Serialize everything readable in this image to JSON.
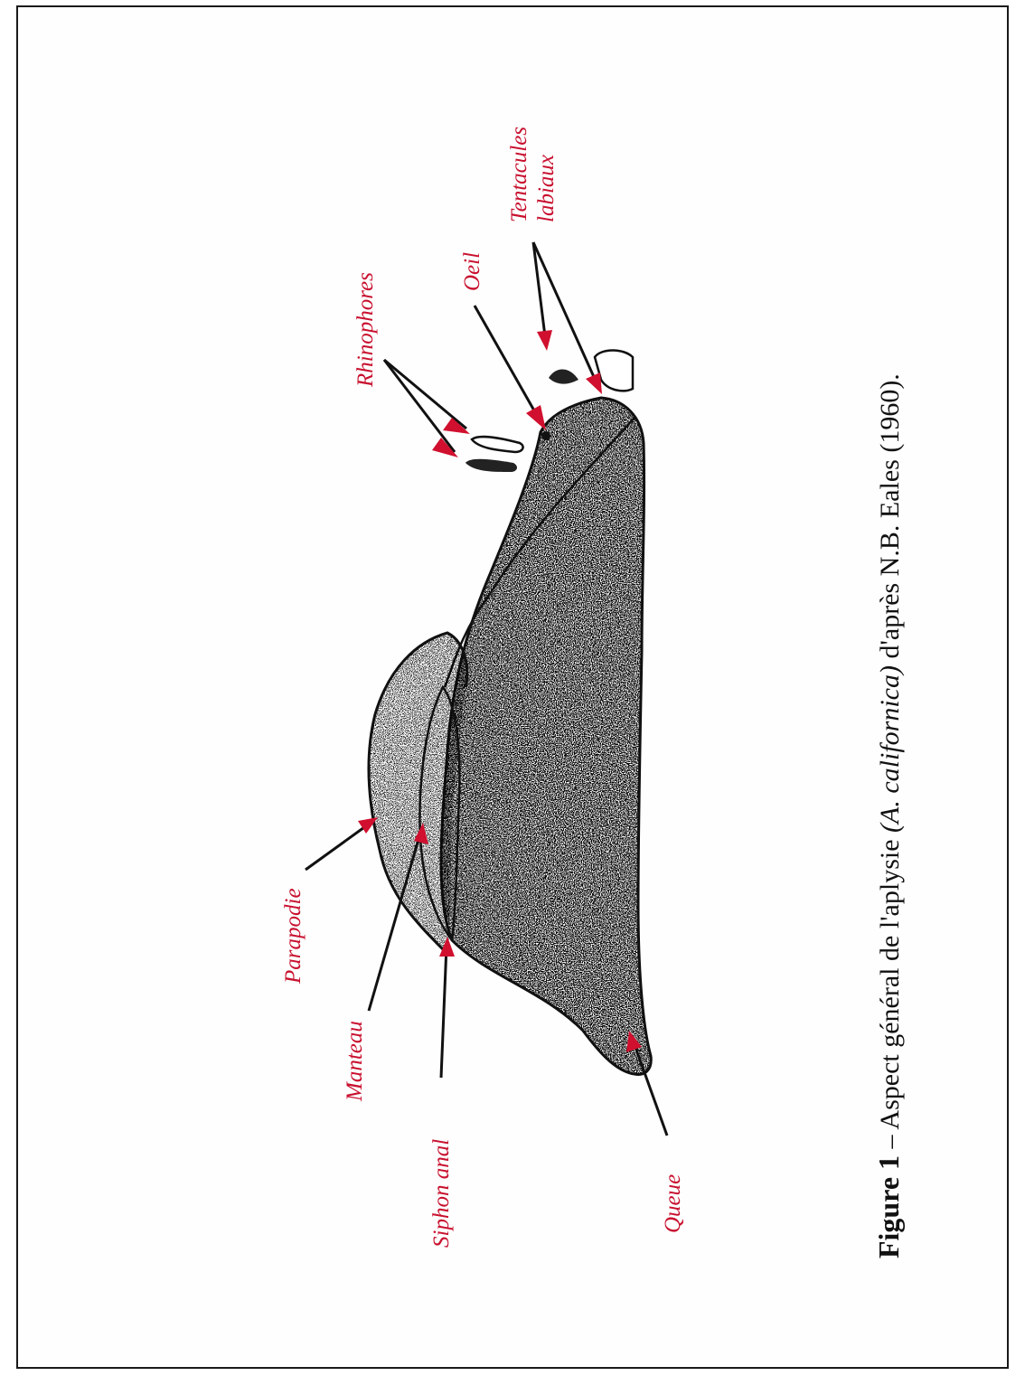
{
  "labels": {
    "rhinophores": "Rhinophores",
    "oeil": "Oeil",
    "tentacules_line1": "Tentacules",
    "tentacules_line2": "labiaux",
    "parapodie": "Parapodie",
    "manteau": "Manteau",
    "siphon": "Siphon anal",
    "queue": "Queue"
  },
  "caption": {
    "figure": "Figure 1",
    "dash": " – ",
    "text_before": "Aspect général de l'aplysie ",
    "italic": "(A. californica)",
    "text_after": " d'après N.B. Eales (1960)."
  },
  "colors": {
    "label": "#c8102e",
    "arrow": "#d0102e",
    "ink": "#111111"
  }
}
